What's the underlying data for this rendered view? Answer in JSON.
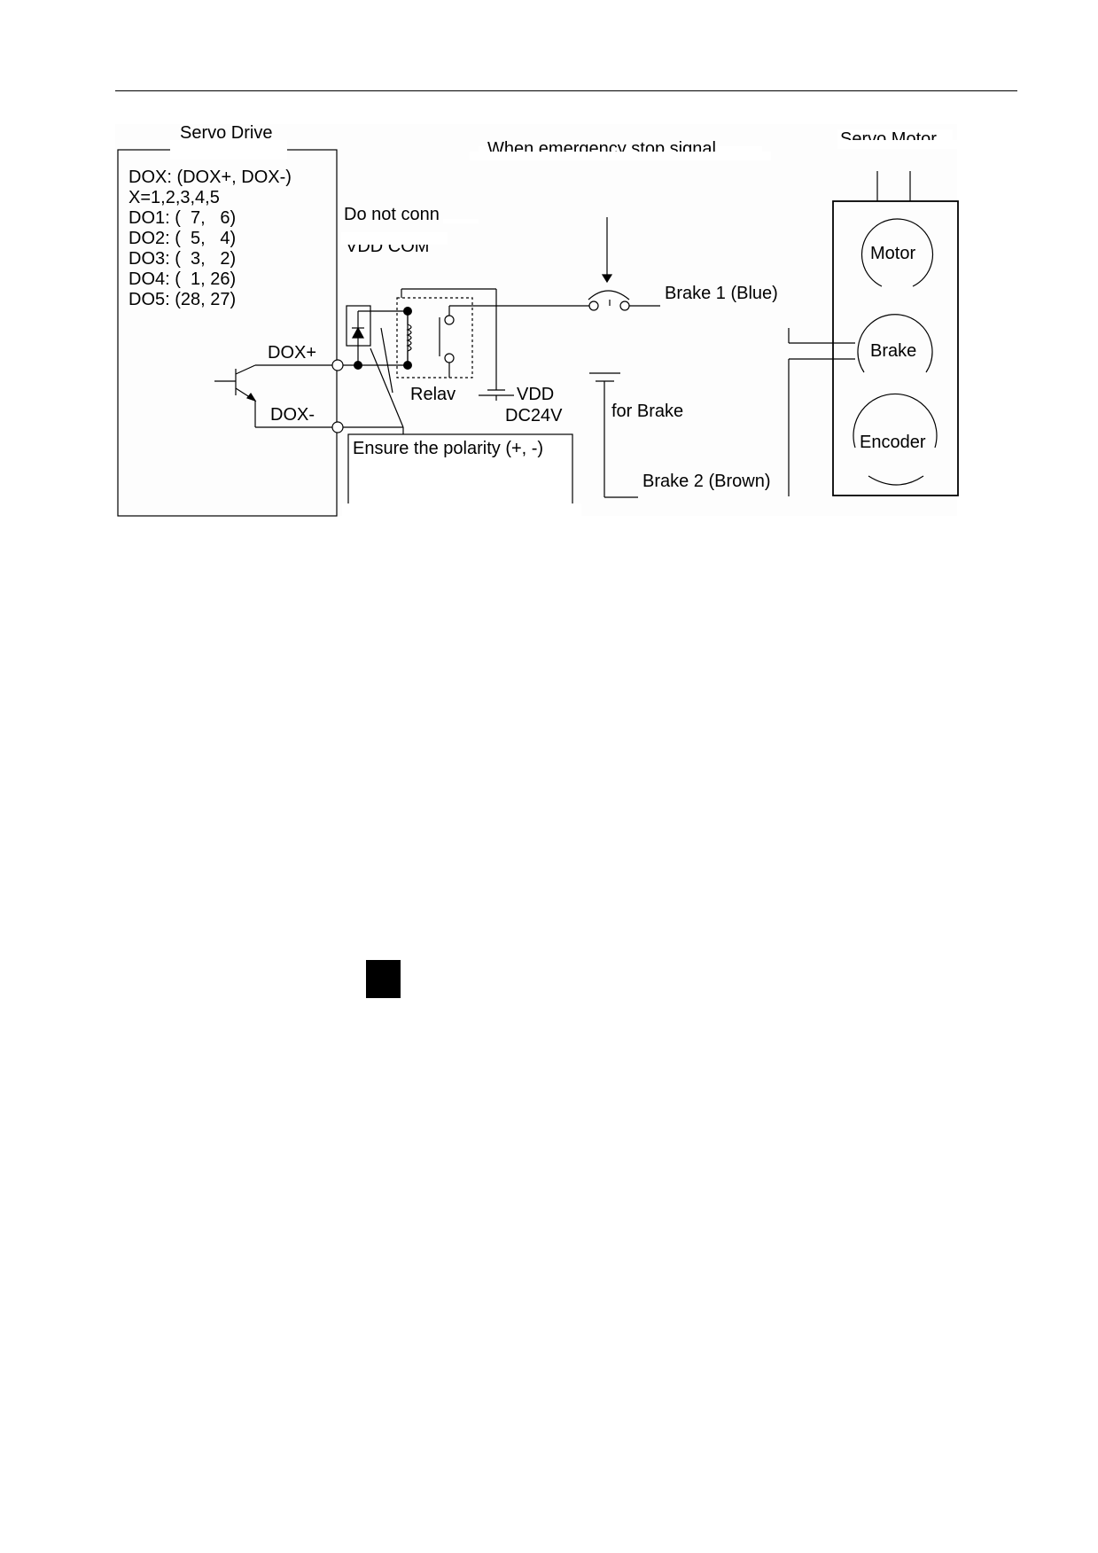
{
  "diagram": {
    "servo_drive": {
      "title": "Servo Drive",
      "lines": [
        "DOX: (DOX+, DOX-)",
        "X=1,2,3,4,5",
        "DO1: (  7,   6)",
        "DO2: (  5,   4)",
        "DO3: (  3,   2)",
        "DO4: (  1, 26)",
        "DO5: (28, 27)"
      ],
      "dox_plus": "DOX+",
      "dox_minus": "DOX-"
    },
    "emergency_note": "When emergency stop signal",
    "connect_note_1": "Do not conn",
    "connect_note_2": "VDD COM",
    "relay_label": "Relav",
    "supply": {
      "vdd": "VDD",
      "dc": "DC24V",
      "for_brake": "for Brake"
    },
    "polarity_note": "Ensure the polarity (+, -)",
    "brake1": "Brake 1 (Blue)",
    "brake2": "Brake 2 (Brown)",
    "servo_motor": {
      "title": "Servo Motor",
      "motor": "Motor",
      "brake": "Brake",
      "encoder": "Encoder"
    }
  }
}
